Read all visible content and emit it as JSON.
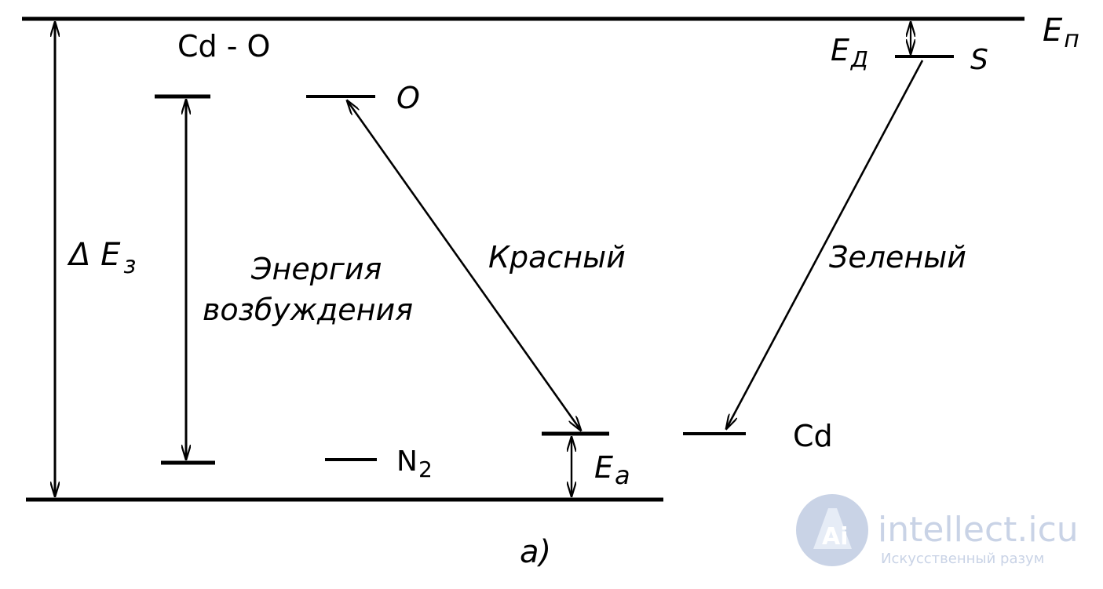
{
  "labels": {
    "e_cond": "E",
    "e_cond_sub": "п",
    "e_donor": "E",
    "e_donor_sub": "Д",
    "s_level": "S",
    "cd_o": "Cd - O",
    "o_level": "O",
    "delta_e": "Δ E",
    "delta_e_sub": "з",
    "excitation_line1": "Энергия",
    "excitation_line2": "возбуждения",
    "red": "Красный",
    "green": "Зеленый",
    "cd": "Cd",
    "n2": "N",
    "n2_sub": "2",
    "e_acceptor": "E",
    "e_acceptor_sub": "a",
    "caption": "a)"
  },
  "watermark": {
    "logo_letters": "Ai",
    "site": "intellect.icu",
    "tagline": "Искусственный разум"
  },
  "colors": {
    "ink": "#000000",
    "watermark": "#c9d3e6"
  }
}
